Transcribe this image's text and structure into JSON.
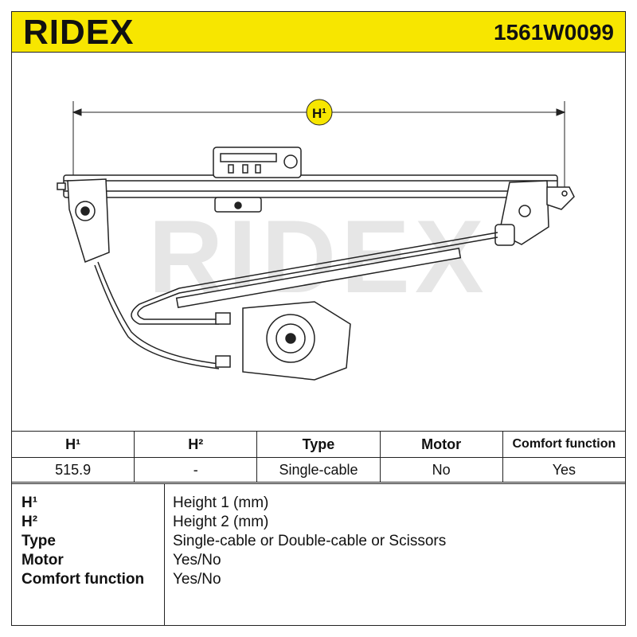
{
  "header": {
    "brand": "RIDEX",
    "part_number": "1561W0099"
  },
  "drawing": {
    "dimension_label": "H¹",
    "watermark": "RIDEX"
  },
  "table": {
    "headers": [
      "H¹",
      "H²",
      "Type",
      "Motor",
      "Comfort function"
    ],
    "values": [
      "515.9",
      "-",
      "Single-cable",
      "No",
      "Yes"
    ]
  },
  "legend": {
    "rows": [
      {
        "key": "H¹",
        "value": "Height 1 (mm)"
      },
      {
        "key": "H²",
        "value": "Height 2 (mm)"
      },
      {
        "key": "Type",
        "value": "Single-cable or Double-cable or Scissors"
      },
      {
        "key": "Motor",
        "value": "Yes/No"
      },
      {
        "key": "Comfort function",
        "value": "Yes/No"
      }
    ]
  },
  "colors": {
    "brand_yellow": "#f7e600",
    "dimension_badge": "#f7e600",
    "watermark": "#e6e6e6"
  }
}
